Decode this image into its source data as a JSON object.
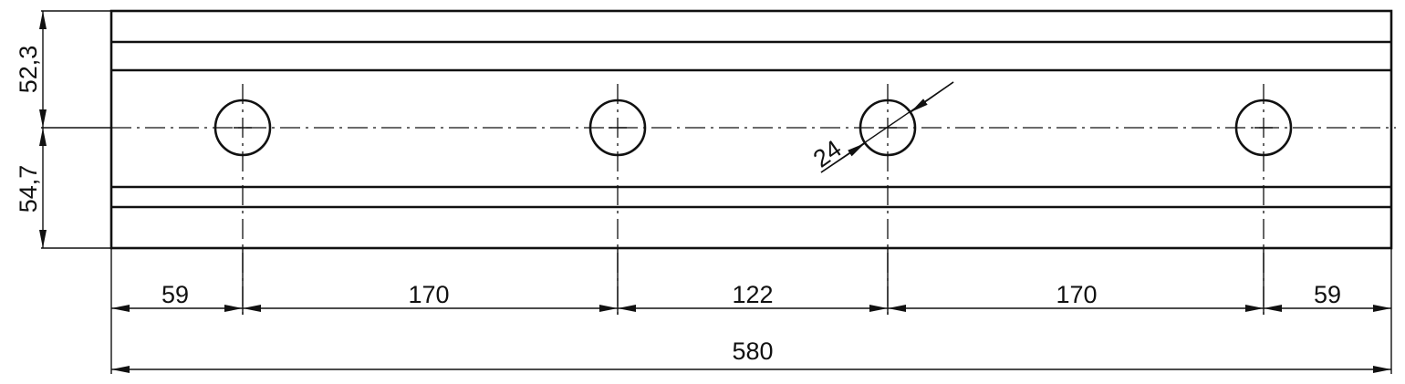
{
  "drawing": {
    "vertical_dimensions": {
      "upper": "52,3",
      "lower": "54,7"
    },
    "hole_diameter": "24",
    "horizontal_dimensions": [
      "59",
      "170",
      "122",
      "170",
      "59"
    ],
    "overall_length": "580",
    "hole_count": 4,
    "line_color": "#111111"
  }
}
